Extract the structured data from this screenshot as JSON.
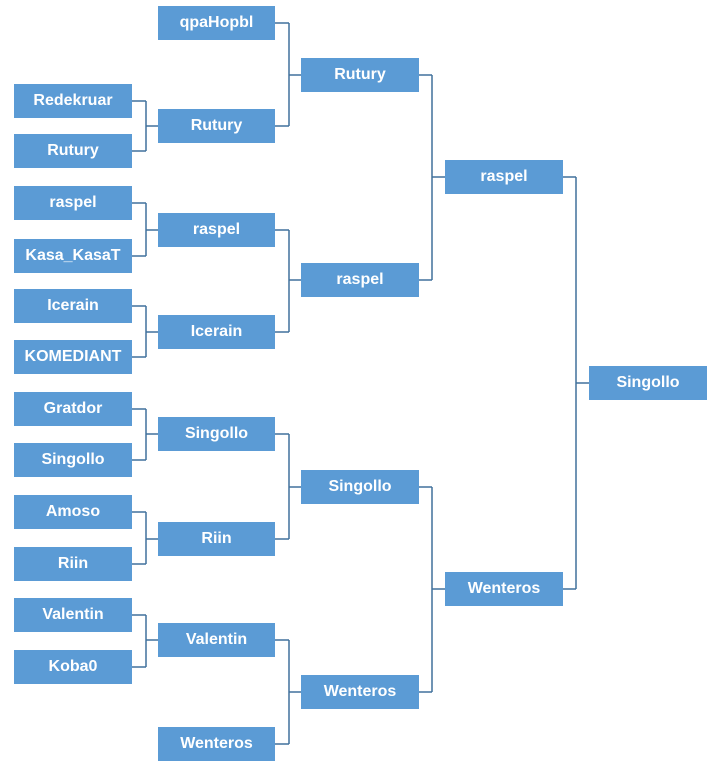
{
  "bracket": {
    "round1": [
      "Redekruar",
      "Rutury",
      "raspel",
      "Kasa_KasaT",
      "Icerain",
      "KOMEDIANT",
      "Gratdor",
      "Singollo",
      "Amoso",
      "Riin",
      "Valentin",
      "Koba0"
    ],
    "round2": [
      "qpaHopbl",
      "Rutury",
      "raspel",
      "Icerain",
      "Singollo",
      "Riin",
      "Valentin",
      "Wenteros"
    ],
    "round3": [
      "Rutury",
      "raspel",
      "Singollo",
      "Wenteros"
    ],
    "round4": [
      "raspel",
      "Wenteros"
    ],
    "winner": "Singollo"
  },
  "colors": {
    "box": "#5b9bd5",
    "text": "#ffffff",
    "connector": "#41719c"
  }
}
